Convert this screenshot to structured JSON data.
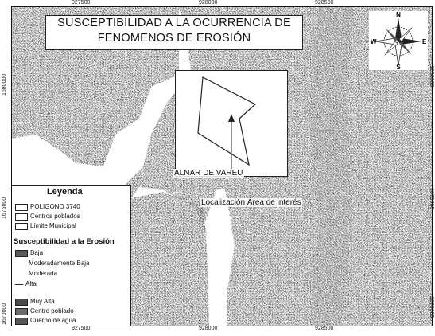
{
  "title": {
    "line1": "SUSCEPTIBILIDAD A LA OCURRENCIA DE",
    "line2": "FENOMENOS DE EROSIÓN"
  },
  "compass": {
    "north": "N",
    "south": "S",
    "east": "E",
    "west": "W"
  },
  "coordinates": {
    "top": [
      "927500",
      "928000",
      "928500"
    ],
    "bottom": [
      "927500",
      "928000",
      "928500"
    ],
    "left": [
      "1680000",
      "1675000",
      "1670000"
    ],
    "right": [
      "1680000",
      "1675000",
      "1670000"
    ]
  },
  "inset": {
    "place_label": "ALNAR DE VAREU",
    "location_label": "Localización Área de interés"
  },
  "legend": {
    "title": "Leyenda",
    "items": [
      {
        "label": "POLIGONO 3740",
        "symbol": "box"
      },
      {
        "label": "Centros poblados",
        "symbol": "box"
      },
      {
        "label": "Límite Municipal",
        "symbol": "box"
      }
    ],
    "subtitle": "Susceptibilidad a la Erosión",
    "classes": [
      {
        "label": "Baja",
        "pattern": "dense"
      },
      {
        "label": "Moderadamente Baja",
        "pattern": "none"
      },
      {
        "label": "Moderada",
        "pattern": "none"
      },
      {
        "label": "Alta",
        "pattern": "line"
      },
      {
        "label": "Muy Alta",
        "pattern": "dense"
      },
      {
        "label": "Centro poblado",
        "pattern": "dense"
      },
      {
        "label": "Cuerpo de agua",
        "pattern": "dense"
      }
    ]
  },
  "colors": {
    "dark_texture": "#3a3a3a",
    "mid_texture": "#6e6e6e",
    "light_band": "#9a9a9a",
    "background": "#ffffff",
    "line": "#111111"
  }
}
